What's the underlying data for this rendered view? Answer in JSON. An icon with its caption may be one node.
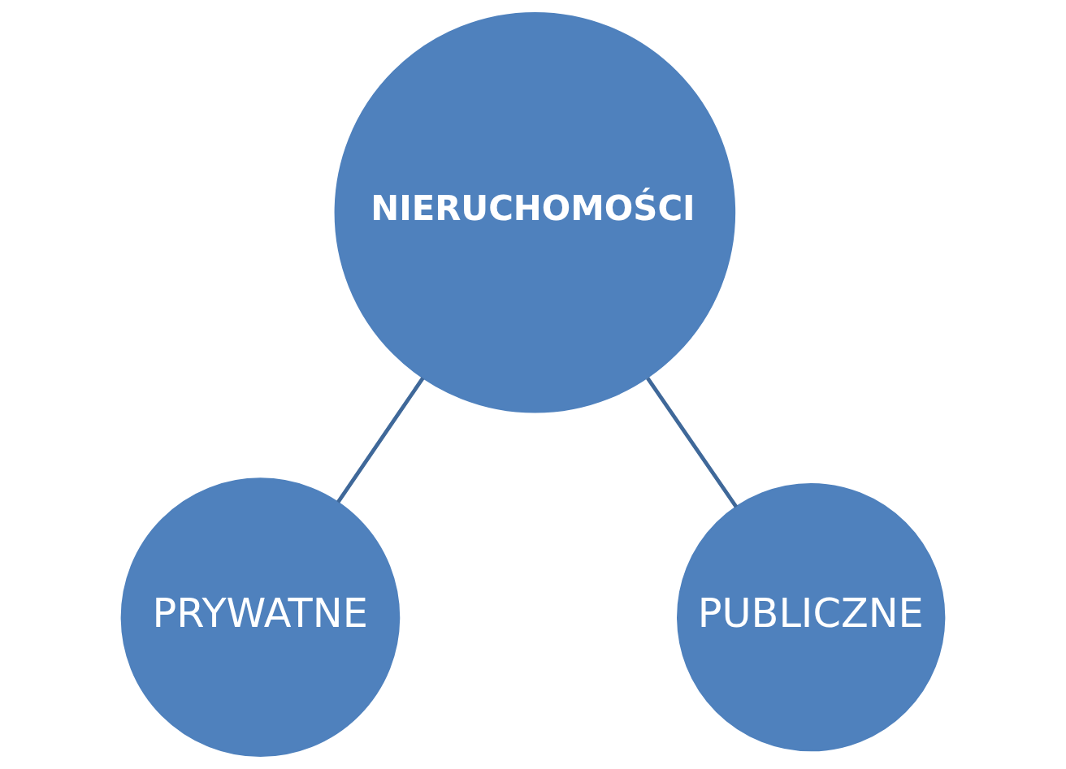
{
  "diagram": {
    "nodes": [
      {
        "text": [
          "NIERUCHOMOŚCI"
        ]
      },
      {
        "text": [
          "PRYWATNE"
        ]
      },
      {
        "text": [
          "PUBLICZNE"
        ]
      }
    ],
    "edges": [
      {
        "from": 0,
        "to": 1,
        "arrow": "none"
      },
      {
        "from": 0,
        "to": 2,
        "arrow": "none"
      }
    ]
  }
}
